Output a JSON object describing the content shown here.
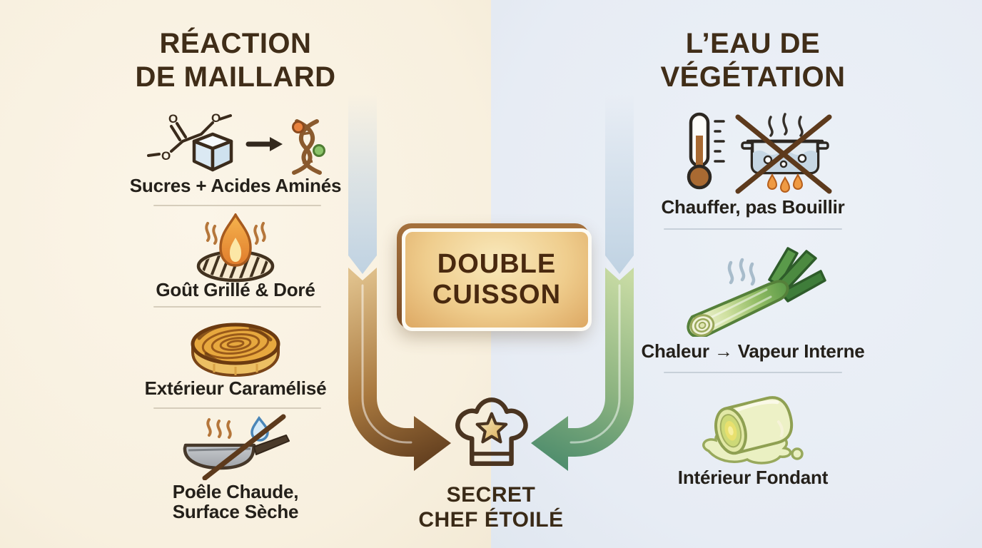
{
  "left_panel": {
    "title": "RÉACTION\nDE MAILLARD",
    "items": [
      {
        "icon": "molecule-to-dna-icon",
        "label": "Sucres + Acides Aminés"
      },
      {
        "icon": "flame-grill-icon",
        "label": "Goût Grillé & Doré"
      },
      {
        "icon": "caramelized-tart-icon",
        "label": "Extérieur Caramélisé"
      },
      {
        "icon": "dry-hot-pan-icon",
        "label": "Poêle Chaude,\nSurface Sèche"
      }
    ]
  },
  "right_panel": {
    "title": "L’EAU DE\nVÉGÉTATION",
    "items": [
      {
        "icon": "heat-not-boil-icon",
        "label": "Chauffer, pas Bouillir"
      },
      {
        "icon": "steaming-leek-icon",
        "label": "Chaleur → Vapeur Interne"
      },
      {
        "icon": "melting-leek-icon",
        "label": "Intérieur Fondant"
      }
    ]
  },
  "center": {
    "badge_label": "DOUBLE\nCUISSON",
    "result_icon": "chef-hat-star-icon",
    "result_label": "SECRET\nCHEF ÉTOILÉ"
  },
  "colors": {
    "left_background": "#f9f2e3",
    "right_background": "#e8edf4",
    "heading_text": "#402d18",
    "body_text": "#24201a",
    "maillard_arrow_dark": "#5d3a1c",
    "maillard_arrow_light": "#e0c18c",
    "vegetation_arrow_dark": "#4a8a6b",
    "vegetation_arrow_light": "#c8dba4",
    "neutral_arrow_blue": "#c6d7e6",
    "badge_gold": "#efcd8d",
    "badge_border_bronze": "#8a5632",
    "star_gold": "#d9a94f"
  }
}
